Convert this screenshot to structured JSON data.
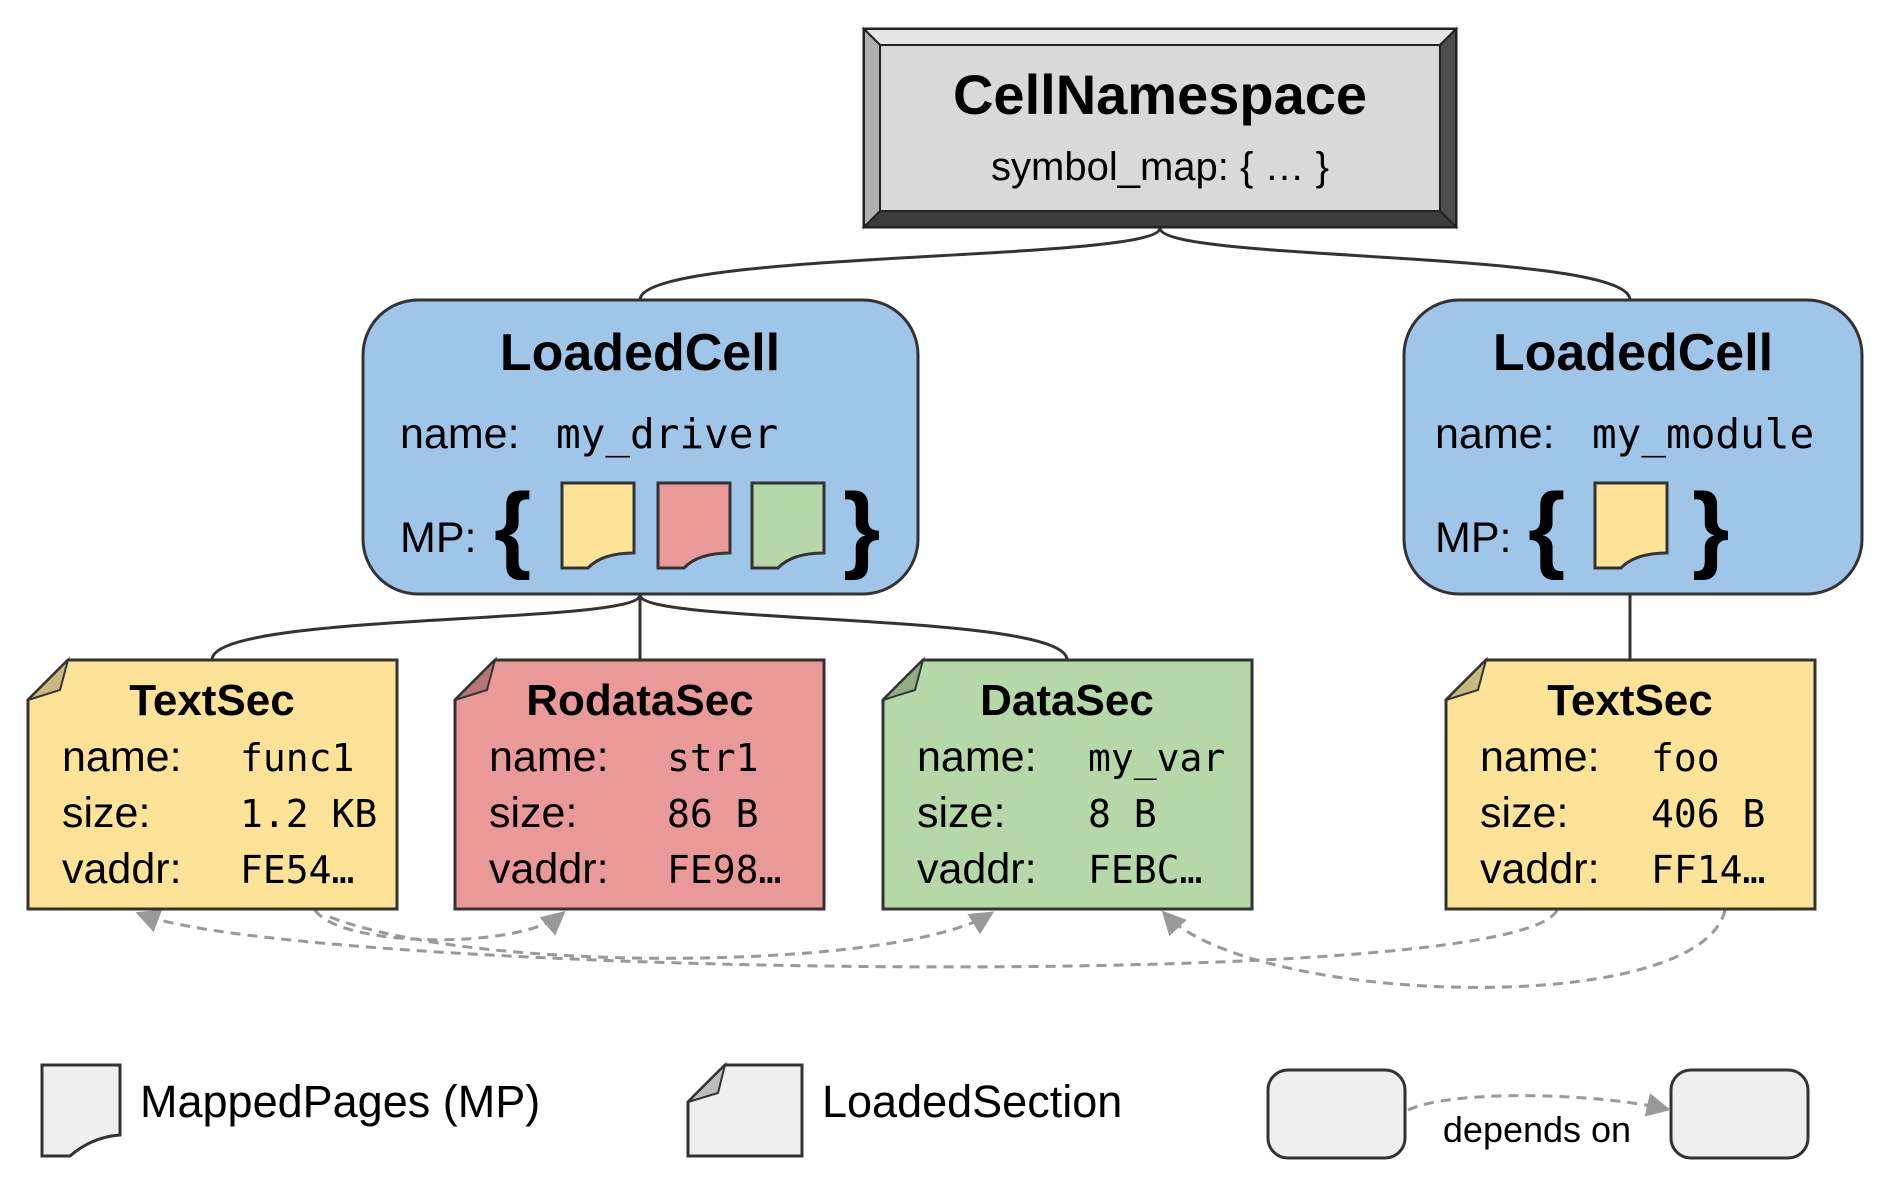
{
  "namespace": {
    "title": "CellNamespace",
    "subtitle": "symbol_map: { … }"
  },
  "cells": [
    {
      "title": "LoadedCell",
      "name_label": "name:",
      "name_value": "my_driver",
      "mp_label": "MP:"
    },
    {
      "title": "LoadedCell",
      "name_label": "name:",
      "name_value": "my_module",
      "mp_label": "MP:"
    }
  ],
  "sections": [
    {
      "title": "TextSec",
      "kind": "text",
      "color": "#FCE397",
      "rows": [
        {
          "key": "name:",
          "val": "func1"
        },
        {
          "key": "size:",
          "val": "1.2 KB"
        },
        {
          "key": "vaddr:",
          "val": "FE54…"
        }
      ]
    },
    {
      "title": "RodataSec",
      "kind": "rodata",
      "color": "#EA9999",
      "rows": [
        {
          "key": "name:",
          "val": "str1"
        },
        {
          "key": "size:",
          "val": "86 B"
        },
        {
          "key": "vaddr:",
          "val": "FE98…"
        }
      ]
    },
    {
      "title": "DataSec",
      "kind": "data",
      "color": "#B6D7A8",
      "rows": [
        {
          "key": "name:",
          "val": "my_var"
        },
        {
          "key": "size:",
          "val": "8 B"
        },
        {
          "key": "vaddr:",
          "val": "FEBC…"
        }
      ]
    },
    {
      "title": "TextSec",
      "kind": "text",
      "color": "#FCE397",
      "rows": [
        {
          "key": "name:",
          "val": "foo"
        },
        {
          "key": "size:",
          "val": "406 B"
        },
        {
          "key": "vaddr:",
          "val": "FF14…"
        }
      ]
    }
  ],
  "legend": {
    "mapped_pages": "MappedPages (MP)",
    "loaded_section": "LoadedSection",
    "depends_on": "depends on"
  },
  "colors": {
    "cell_fill": "#9FC5E8",
    "namespace_fill": "#D9D9D9",
    "legend_fill": "#EFEFEF",
    "text_sec": "#FCE397",
    "rodata_sec": "#EA9999",
    "data_sec": "#B6D7A8",
    "dependency_arrow": "#999999",
    "outline": "#333333"
  }
}
